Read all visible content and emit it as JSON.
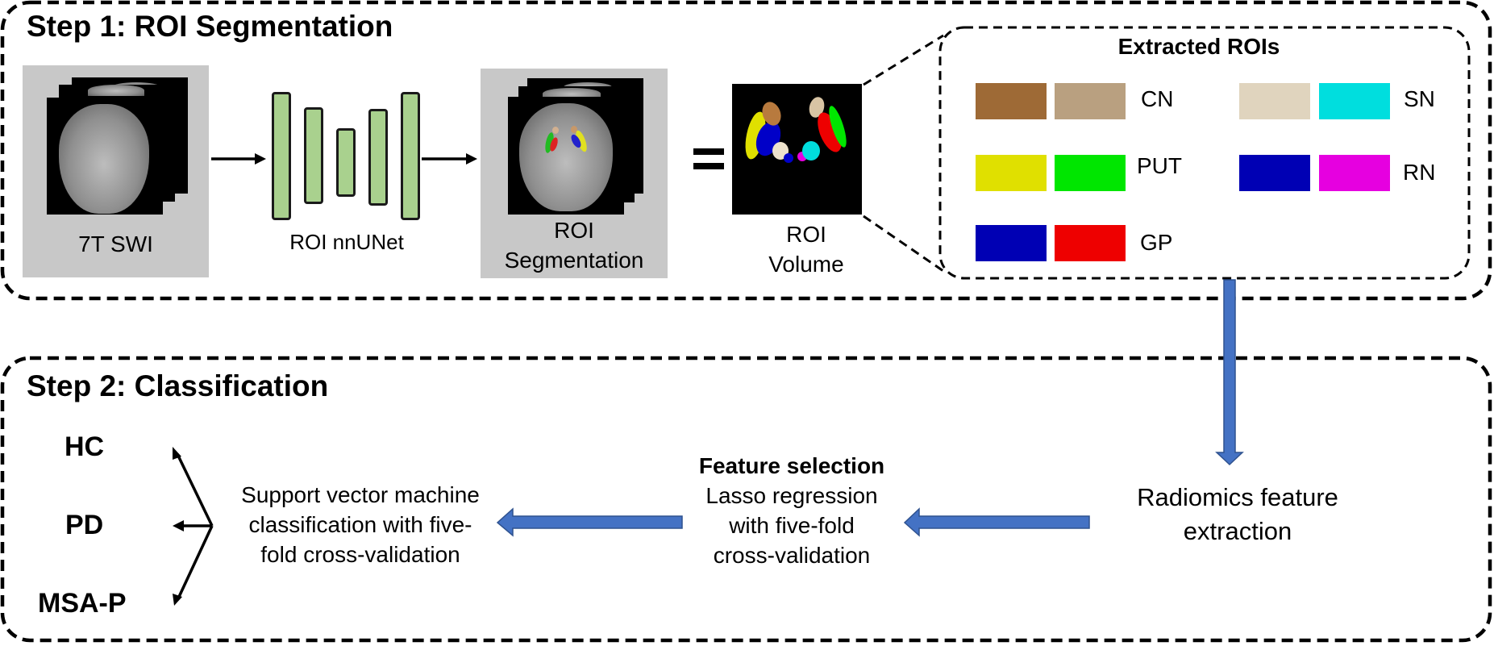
{
  "step1": {
    "title": "Step 1: ROI Segmentation",
    "input_label": "7T SWI",
    "network_label": "ROI nnUNet",
    "segmentation_label_line1": "ROI",
    "segmentation_label_line2": "Segmentation",
    "equals_sign": "=",
    "volume_label_line1": "ROI",
    "volume_label_line2": "Volume",
    "extracted": {
      "title": "Extracted ROIs",
      "rois": [
        {
          "name": "CN",
          "colors": [
            "#9E6A36",
            "#B9A080"
          ]
        },
        {
          "name": "PUT",
          "colors": [
            "#E0E000",
            "#00E600"
          ]
        },
        {
          "name": "GP",
          "colors": [
            "#0000B4",
            "#EE0000"
          ]
        },
        {
          "name": "SN",
          "colors": [
            "#E0D4BE",
            "#00DEDE"
          ]
        },
        {
          "name": "RN",
          "colors": [
            "#0000B4",
            "#E600E0"
          ]
        }
      ]
    }
  },
  "step2": {
    "title": "Step 2: Classification",
    "classes": [
      "HC",
      "PD",
      "MSA-P"
    ],
    "svm_lines": [
      "Support vector machine",
      "classification with five-",
      "fold cross-validation"
    ],
    "feature_selection_title": "Feature selection",
    "feature_selection_lines": [
      "Lasso regression",
      "with five-fold",
      "cross-validation"
    ],
    "radiomics_lines": [
      "Radiomics feature",
      "extraction"
    ]
  },
  "colors": {
    "arrow_fill": "#4472C4",
    "arrow_stroke": "#2F528F",
    "unet_fill": "#A9D18E",
    "plate_gray": "#C8C8C8"
  }
}
